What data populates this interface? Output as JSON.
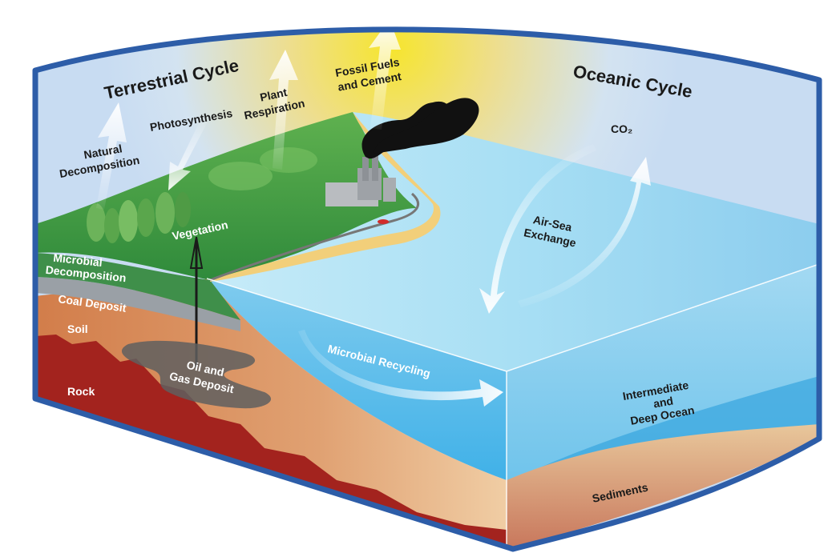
{
  "cycles": {
    "terrestrial": "Terrestrial Cycle",
    "oceanic": "Oceanic Cycle"
  },
  "processes": {
    "natural_decomposition": [
      "Natural",
      "Decomposition"
    ],
    "photosynthesis": "Photosynthesis",
    "plant_respiration": [
      "Plant",
      "Respiration"
    ],
    "fossil_fuels": [
      "Fossil Fuels",
      "and Cement"
    ],
    "co2": "CO₂",
    "air_sea_exchange": [
      "Air-Sea",
      "Exchange"
    ],
    "microbial_recycling": "Microbial Recycling",
    "microbial_decomposition": [
      "Microbial",
      "Decomposition"
    ]
  },
  "features": {
    "vegetation": "Vegetation",
    "coal_deposit": "Coal Deposit",
    "soil": "Soil",
    "rock": "Rock",
    "oil_gas": [
      "Oil and",
      "Gas Deposit"
    ],
    "deep_ocean": [
      "Intermediate",
      "and",
      "Deep Ocean"
    ],
    "sediments": "Sediments"
  },
  "colors": {
    "frame": "#2d5da8",
    "sky": "#cfe0f3",
    "sun": "#f4e23a",
    "ocean_light": "#8fd0ef",
    "ocean_deep": "#3aaee6",
    "land_green": "#3f9c3e",
    "soil": "#d99463",
    "rock": "#9e1e1e",
    "coal": "#9aa0a6",
    "sand": "#f2cf7a"
  }
}
